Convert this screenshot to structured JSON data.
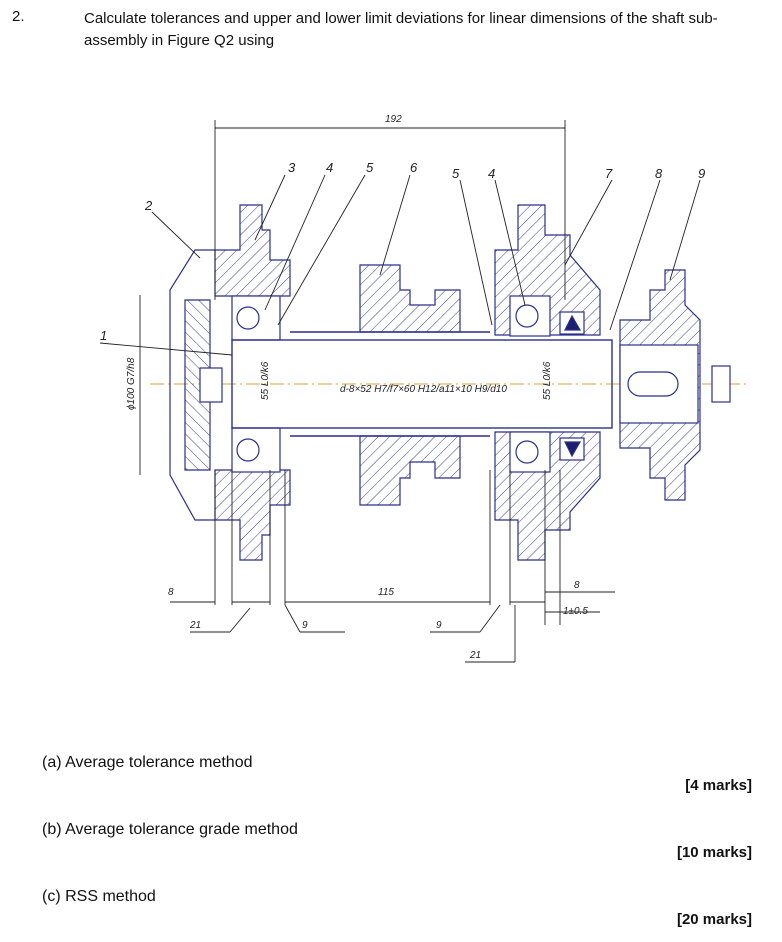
{
  "question": {
    "number": "2.",
    "text": "Calculate tolerances and upper and lower limit deviations for linear dimensions of the shaft sub-assembly in Figure Q2 using"
  },
  "figure": {
    "part_numbers": [
      "1",
      "2",
      "3",
      "4",
      "5",
      "6",
      "5",
      "4",
      "7",
      "8",
      "9"
    ],
    "dims": {
      "overall": "192",
      "left_gap_8": "8",
      "left_21": "21",
      "left_9": "9",
      "mid_115": "115",
      "right_9": "9",
      "right_21": "21",
      "right_8": "8",
      "tol_1_05": "1±0.5",
      "dia_left": "ϕ100 G7/h8",
      "bearing_left": "55 L0/k6",
      "bearing_right": "55 L0/k6",
      "spline": "d-8×52 H7/f7×60 H12/a11×10 H9/d10"
    }
  },
  "parts": [
    {
      "label": "(a)   Average tolerance method",
      "marks": "[4 marks]"
    },
    {
      "label": "(b)  Average tolerance grade method",
      "marks": "[10 marks]"
    },
    {
      "label": "(c)   RSS method",
      "marks": "[20 marks]"
    }
  ]
}
